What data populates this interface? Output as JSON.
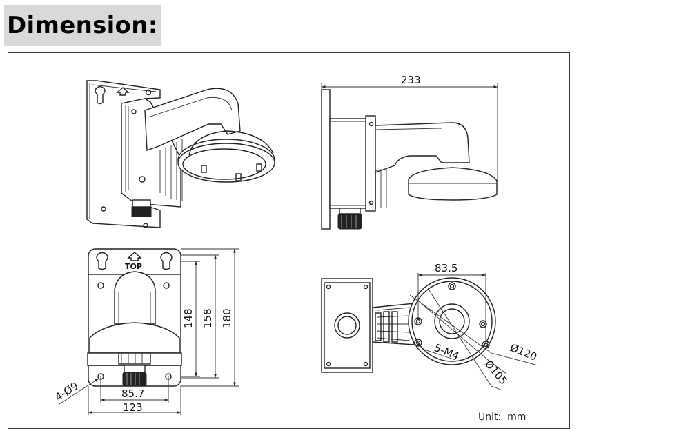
{
  "title": "Dimension:",
  "unit_label": "Unit:  mm",
  "top_label": "TOP",
  "dimensions": {
    "side_length": "233",
    "height_148": "148",
    "height_158": "158",
    "height_180": "180",
    "hole_pattern_width": "85.7",
    "base_width": "123",
    "mount_holes": "4-Ø9",
    "bottom_hole_span": "83.5",
    "thread_holes": "5-M4",
    "diameter_120": "Ø120",
    "diameter_105": "Ø105"
  }
}
